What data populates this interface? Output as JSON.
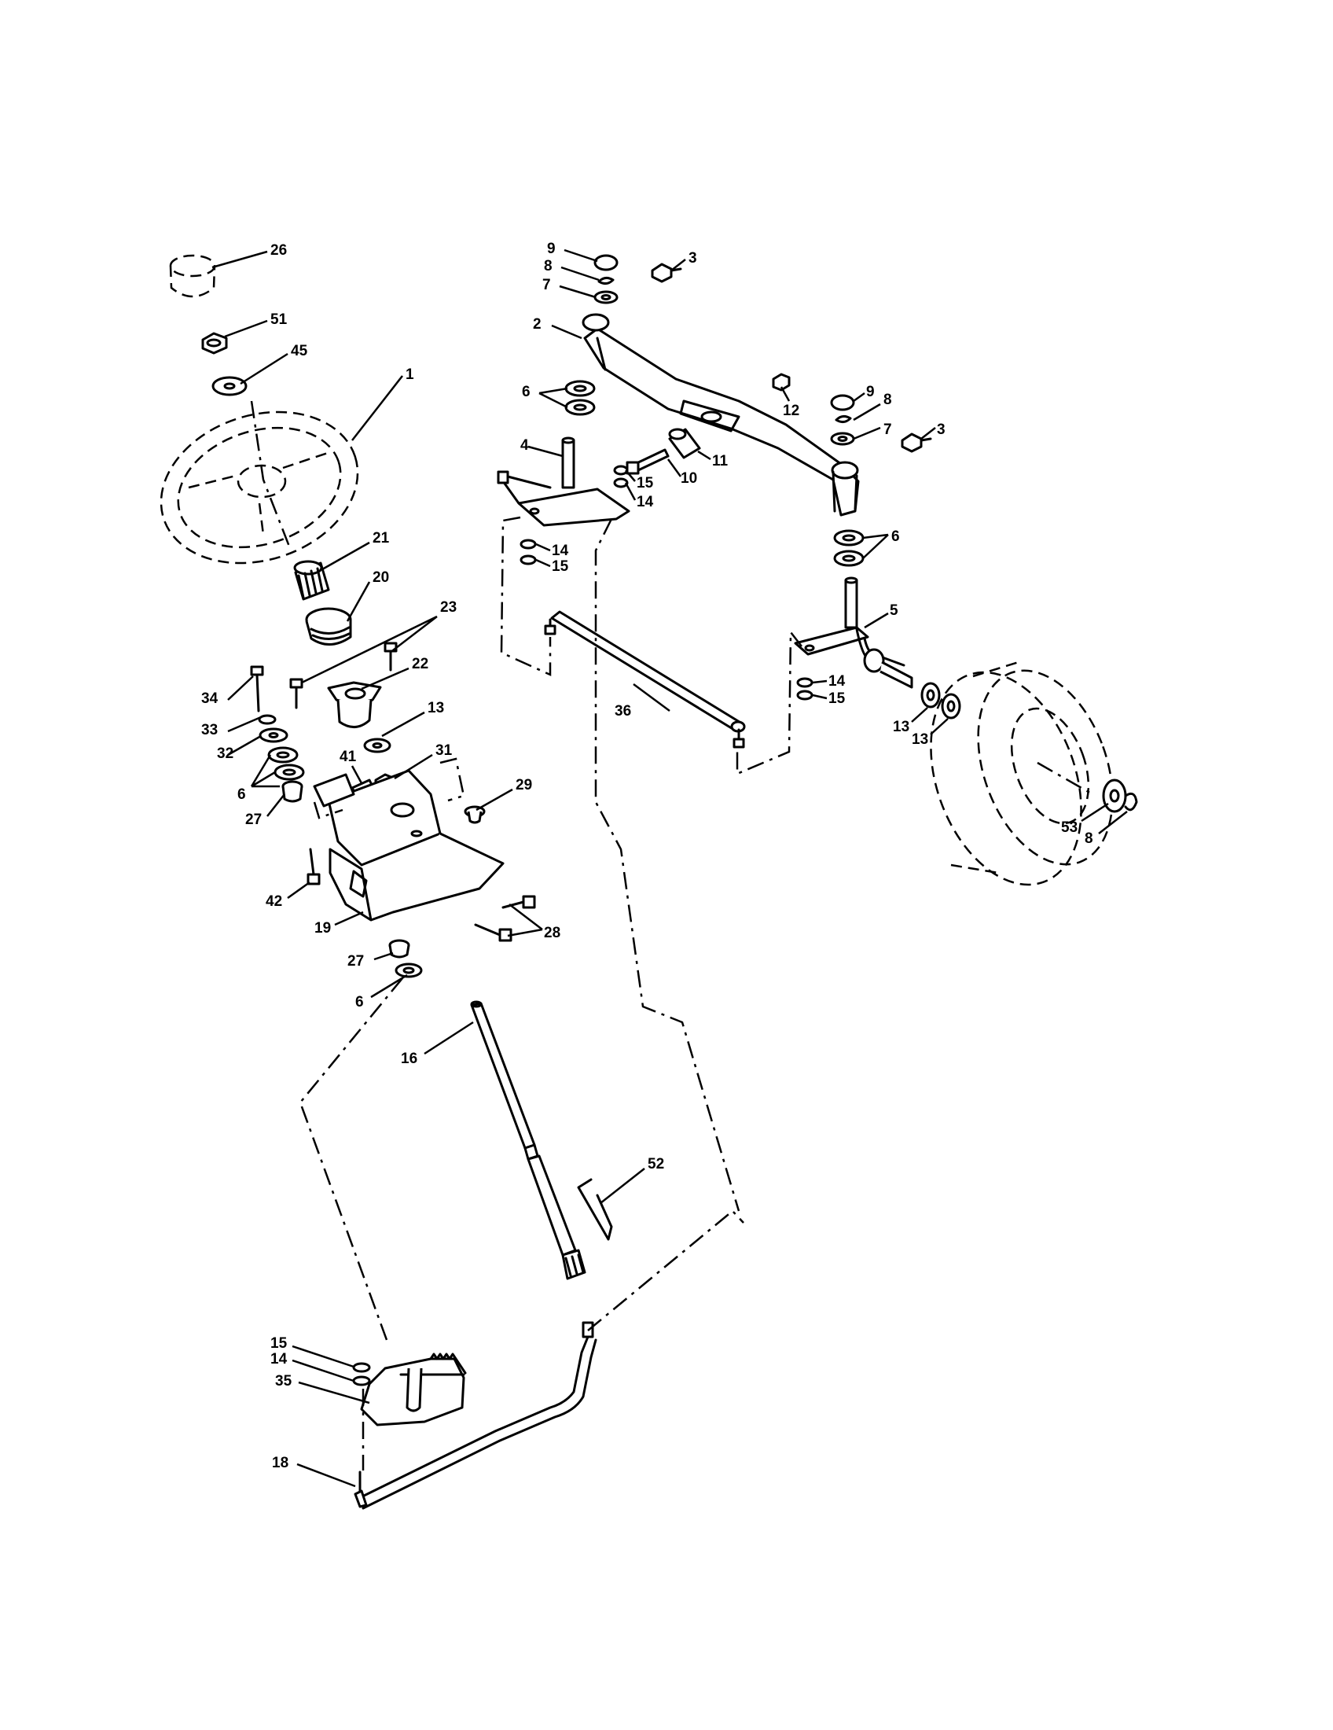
{
  "diagram": {
    "callouts": [
      "1",
      "2",
      "3",
      "4",
      "5",
      "6",
      "7",
      "8",
      "9",
      "10",
      "11",
      "12",
      "13",
      "14",
      "15",
      "16",
      "18",
      "19",
      "20",
      "21",
      "22",
      "23",
      "26",
      "27",
      "28",
      "29",
      "31",
      "32",
      "33",
      "34",
      "35",
      "36",
      "41",
      "42",
      "45",
      "51",
      "52",
      "53"
    ]
  },
  "labels": {
    "l26": "26",
    "l51": "51",
    "l45": "45",
    "l1": "1",
    "l21": "21",
    "l20": "20",
    "l23": "23",
    "l22": "22",
    "l34": "34",
    "l33": "33",
    "l32": "32",
    "l6a": "6",
    "l27a": "27",
    "l13a": "13",
    "l31": "31",
    "l41": "41",
    "l29": "29",
    "l42": "42",
    "l19": "19",
    "l28": "28",
    "l27b": "27",
    "l6b": "6",
    "l16": "16",
    "l52": "52",
    "l15a": "15",
    "l14a": "14",
    "l35": "35",
    "l18": "18",
    "l9a": "9",
    "l8a": "8",
    "l7a": "7",
    "l3a": "3",
    "l2": "2",
    "l6c": "6",
    "l4": "4",
    "l12": "12",
    "l9b": "9",
    "l8b": "8",
    "l7b": "7",
    "l3b": "3",
    "l11": "11",
    "l10": "10",
    "l15b": "15",
    "l14b": "14",
    "l14c": "14",
    "l15c": "15",
    "l6d": "6",
    "l5": "5",
    "l36": "36",
    "l14d": "14",
    "l15d": "15",
    "l13b": "13",
    "l13c": "13",
    "l53": "53",
    "l8c": "8"
  }
}
